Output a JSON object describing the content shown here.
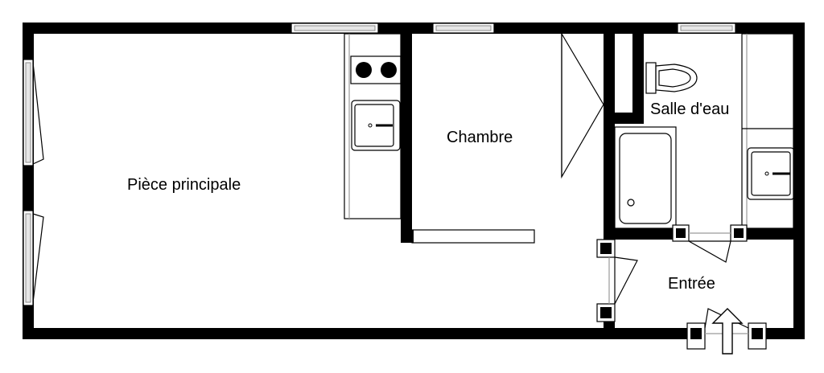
{
  "plan": {
    "rooms": {
      "piece_principale": "Pièce principale",
      "chambre": "Chambre",
      "salle_deau": "Salle d'eau",
      "entree": "Entrée"
    }
  }
}
